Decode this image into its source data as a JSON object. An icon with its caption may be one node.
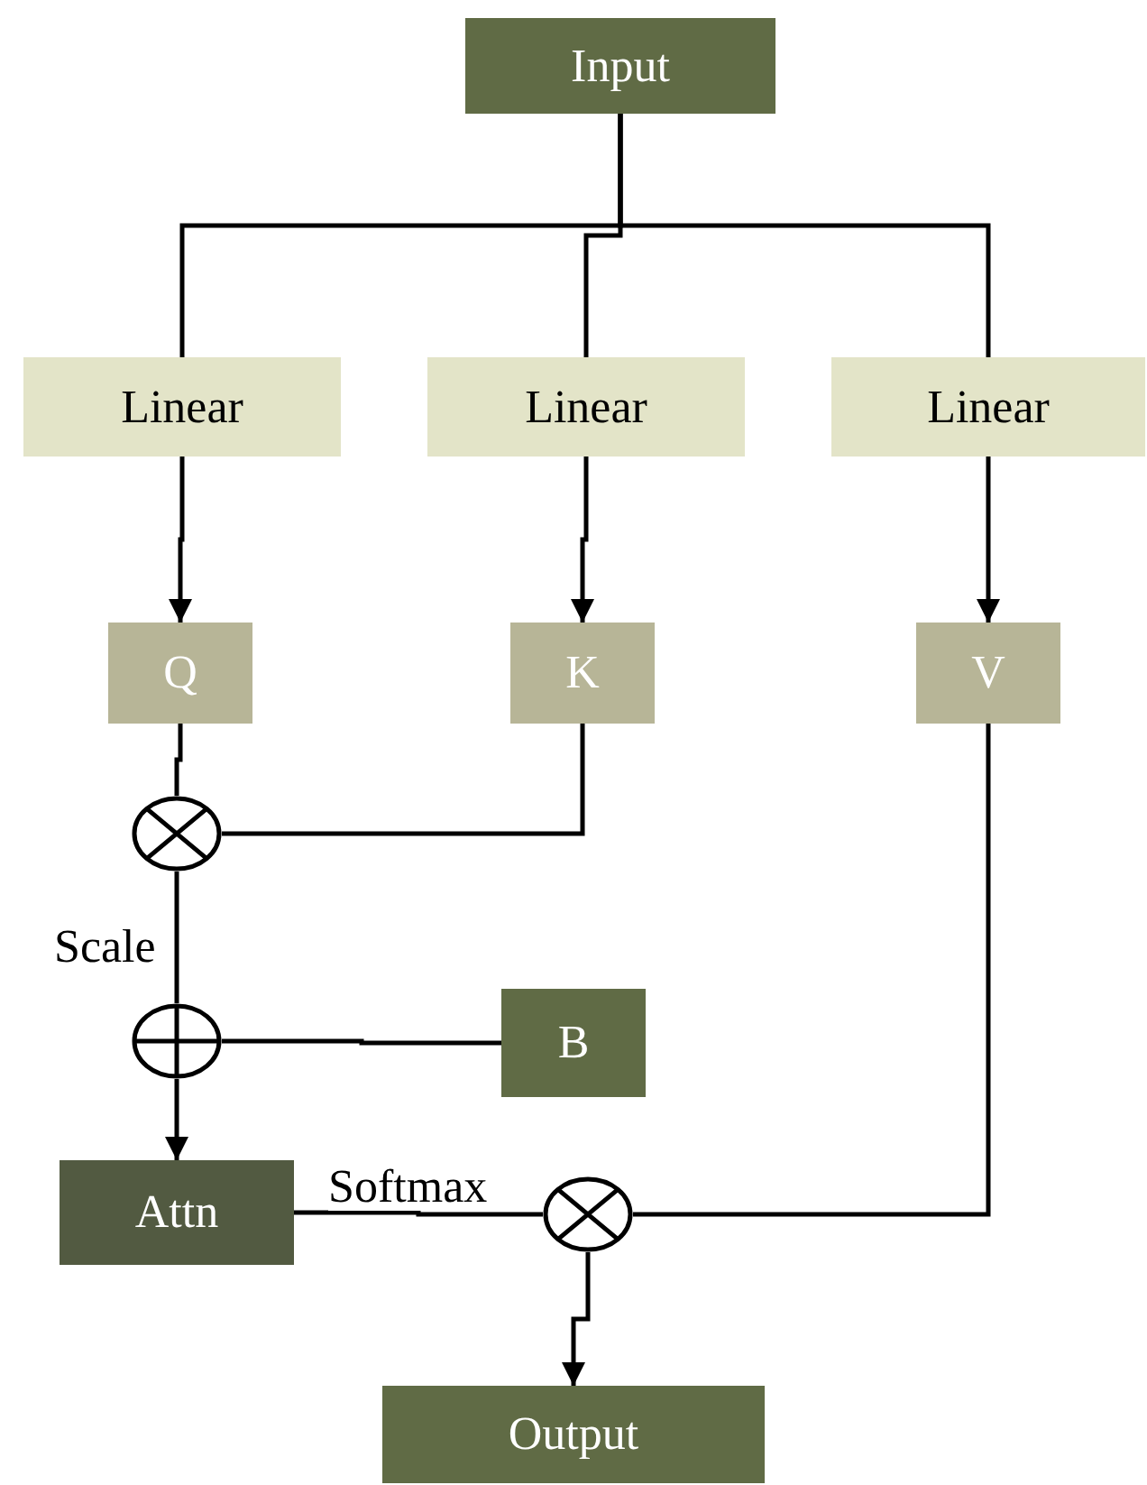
{
  "diagram": {
    "nodes": [
      {
        "text": [
          "Input"
        ]
      },
      {
        "text": [
          "Linear"
        ]
      },
      {
        "text": [
          "Linear"
        ]
      },
      {
        "text": [
          "Linear"
        ]
      },
      {
        "text": [
          "Q"
        ]
      },
      {
        "text": [
          "K"
        ]
      },
      {
        "text": [
          "V"
        ]
      },
      {
        "text": [],
        "shape": "circle"
      },
      {
        "text": [],
        "shape": "circle"
      },
      {
        "text": [
          "B"
        ]
      },
      {
        "text": [
          "Attn"
        ]
      },
      {
        "text": [],
        "shape": "circle"
      },
      {
        "text": [
          "Output"
        ]
      }
    ],
    "edges": [
      {
        "from": 0,
        "to": 1,
        "arrow": "none"
      },
      {
        "from": 0,
        "to": 2,
        "arrow": "none"
      },
      {
        "from": 0,
        "to": 3,
        "arrow": "none"
      },
      {
        "from": 1,
        "to": 4,
        "arrow": "to"
      },
      {
        "from": 2,
        "to": 5,
        "arrow": "to"
      },
      {
        "from": 3,
        "to": 6,
        "arrow": "to"
      },
      {
        "from": 4,
        "to": 7,
        "arrow": "none"
      },
      {
        "from": 5,
        "to": 7,
        "arrow": "none"
      },
      {
        "from": 7,
        "to": 8,
        "arrow": "none",
        "label": "Scale"
      },
      {
        "from": 9,
        "to": 8,
        "arrow": "none"
      },
      {
        "from": 8,
        "to": 10,
        "arrow": "to"
      },
      {
        "from": 10,
        "to": 11,
        "arrow": "none",
        "label": "Softmax"
      },
      {
        "from": 6,
        "to": 11,
        "arrow": "none"
      },
      {
        "from": 11,
        "to": 12,
        "arrow": "to"
      }
    ]
  }
}
